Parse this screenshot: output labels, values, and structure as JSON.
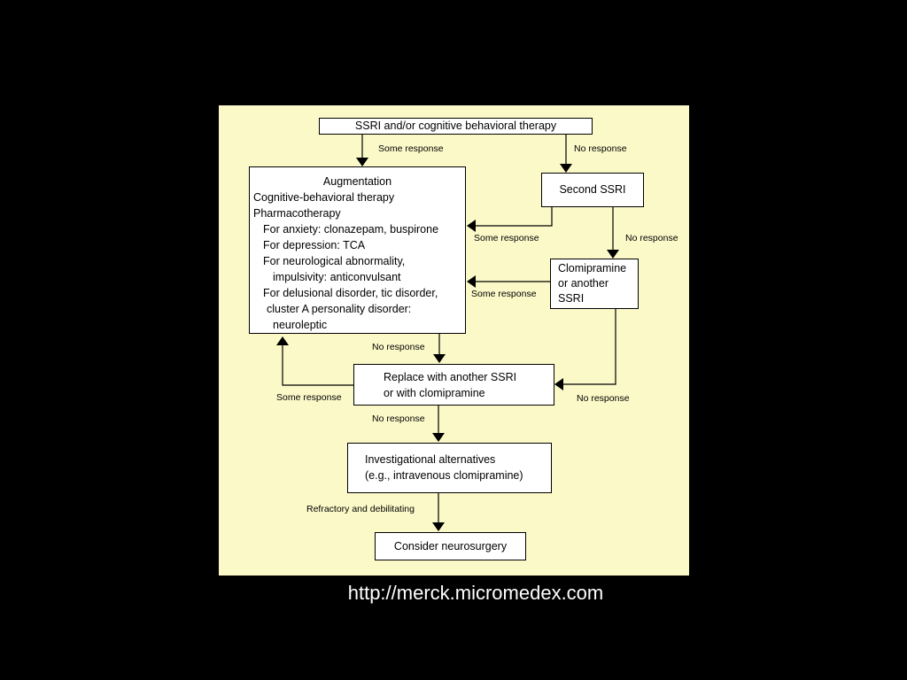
{
  "diagram": {
    "nodes": {
      "start": "SSRI and/or cognitive behavioral therapy",
      "augmentation": {
        "title": "Augmentation",
        "lines": [
          "Cognitive-behavioral therapy",
          "Pharmacotherapy",
          "For anxiety: clonazepam, buspirone",
          "For depression: TCA",
          "For neurological abnormality,",
          "impulsivity: anticonvulsant",
          "For delusional disorder, tic disorder,",
          "cluster A personality disorder:",
          "neuroleptic"
        ]
      },
      "second_ssri": "Second SSRI",
      "clomipramine": [
        "Clomipramine",
        "or another",
        "SSRI"
      ],
      "replace": [
        "Replace with another SSRI",
        "or with clomipramine"
      ],
      "investigational": [
        "Investigational alternatives",
        "(e.g., intravenous clomipramine)"
      ],
      "neurosurgery": "Consider neurosurgery"
    },
    "edges": {
      "start_to_aug": "Some response",
      "start_to_second": "No response",
      "second_to_aug": "Some response",
      "second_to_clomi": "No response",
      "clomi_to_aug": "Some response",
      "aug_to_replace": "No response",
      "clomi_to_replace": "No response",
      "replace_to_aug": "Some response",
      "replace_to_invest": "No response",
      "invest_to_neuro": "Refractory and debilitating"
    }
  },
  "source_url": "http://merck.micromedex.com"
}
